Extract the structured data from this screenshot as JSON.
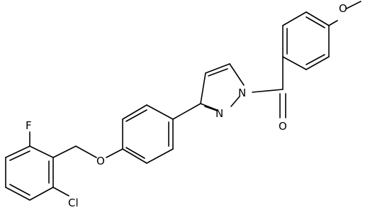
{
  "structure": {
    "atom_labels": {
      "methoxy_oxygen": "O",
      "carbonyl_oxygen": "O",
      "pyrazole_n1": "N",
      "pyrazole_n2": "N",
      "ether_oxygen": "O",
      "fluorine": "F",
      "chlorine": "Cl"
    },
    "colors": {
      "bond": "#000000",
      "label": "#000000",
      "background": "#ffffff"
    }
  }
}
